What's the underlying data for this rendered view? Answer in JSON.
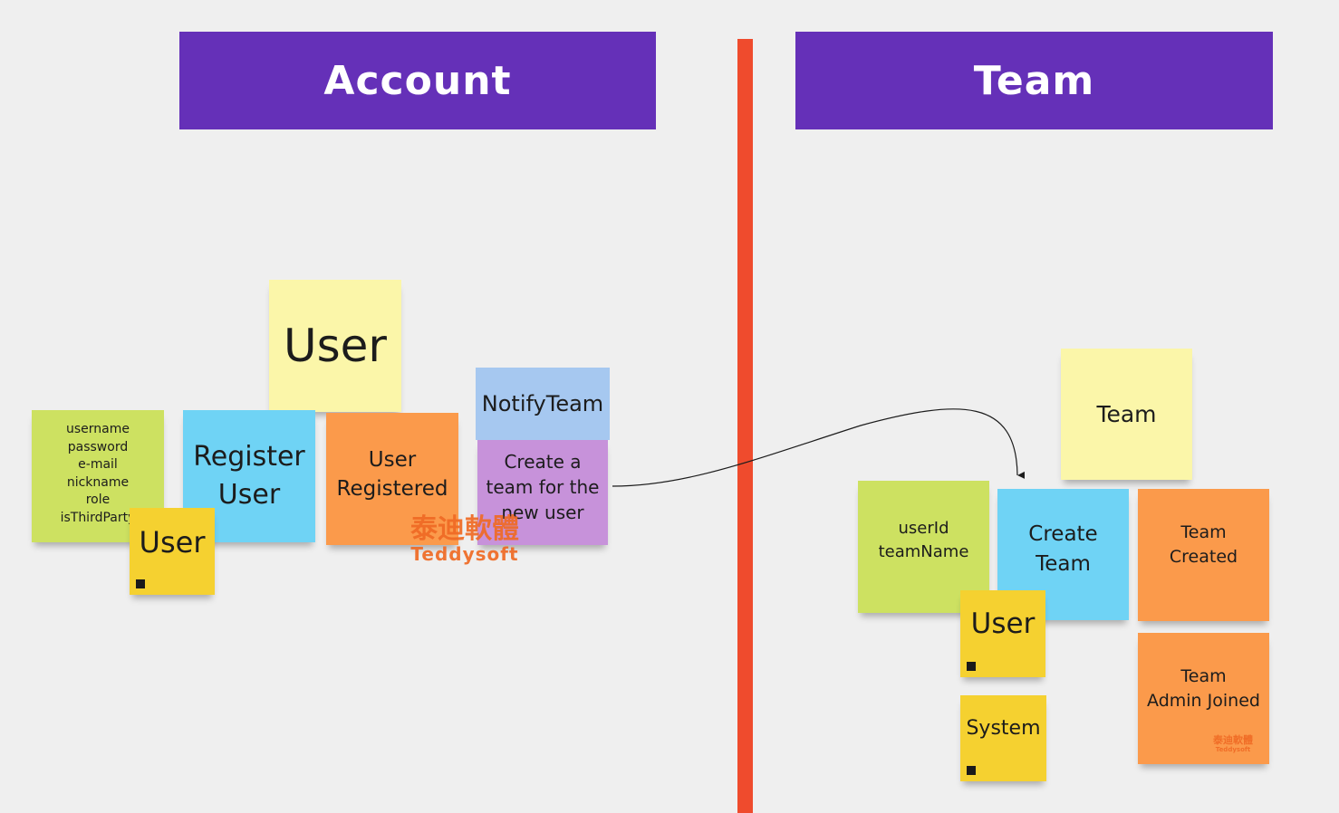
{
  "headers": {
    "account": "Account",
    "team": "Team"
  },
  "account": {
    "aggregate": "User",
    "attributes": "username\npassword\ne-mail\nnickname\nrole\nisThirdParty",
    "actor": "User",
    "command": "Register\nUser",
    "event": "User\nRegistered",
    "policy_title": "NotifyTeam",
    "policy_text": "Create a\nteam for the\nnew user"
  },
  "team": {
    "aggregate": "Team",
    "attributes": "userId\nteamName",
    "command": "Create\nTeam",
    "event_created": "Team\nCreated",
    "actor_user": "User",
    "actor_system": "System",
    "event_admin_joined": "Team\nAdmin Joined"
  },
  "watermark": {
    "cn": "泰迪軟體",
    "en": "Teddysoft"
  },
  "colors": {
    "header": "#6530b8",
    "divider": "#ef4b2d",
    "aggregate": "#fbf6a9",
    "attributes": "#cde161",
    "command": "#6fd3f5",
    "event": "#fb9a4b",
    "policy_title": "#a6c8f0",
    "policy": "#c792da",
    "actor": "#f5d130"
  }
}
